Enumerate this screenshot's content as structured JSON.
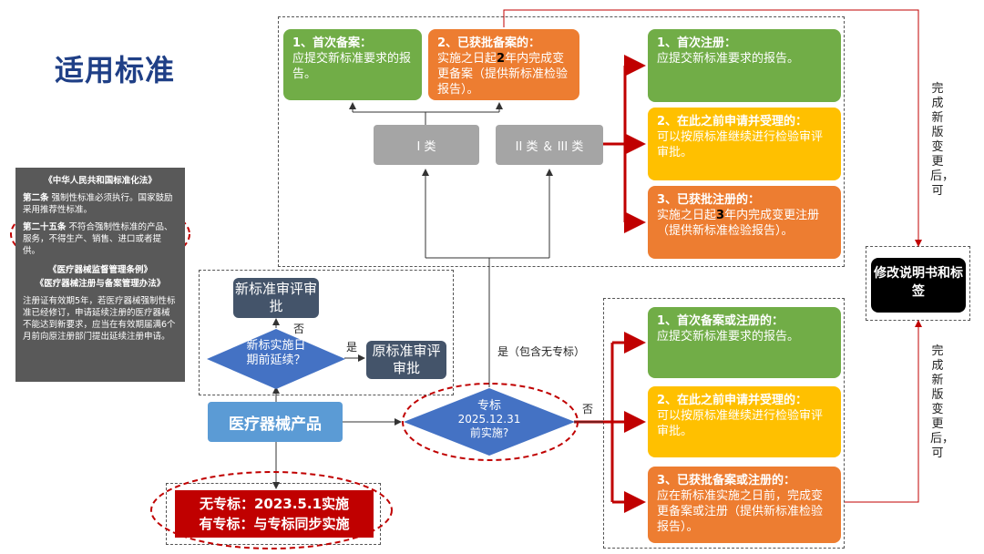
{
  "title": "适用标准",
  "law_panel": {
    "law1_title": "《中华人民共和国标准化法》",
    "law1_art2_head": "第二条",
    "law1_art2_text": "强制性标准必须执行。国家鼓励采用推荐性标准。",
    "law1_art25_head": "第二十五条",
    "law1_art25_text": "不符合强制性标准的产品、服务，不得生产、销售、进口或者提供。",
    "law2_title": "《医疗器械监督管理条例》",
    "law3_title": "《医疗器械注册与备案管理办法》",
    "law_renewal_text": "注册证有效期5年，若医疗器械强制性标准已经修订，申请延续注册的医疗器械不能达到新要求，应当在有效期届满6个月前向原注册部门提出延续注册申请。"
  },
  "left_flow": {
    "new_std_review": "新标准审评审批",
    "decision": "新标实施日期前延续？",
    "no_label": "否",
    "yes_label": "是",
    "old_std_review": "原标准审评审批",
    "product": "医疗器械产品",
    "timeline_line1": "无专标：2023.5.1实施",
    "timeline_line2": "有专标：与专标同步实施"
  },
  "center": {
    "decision_line1": "专标",
    "decision_line2": "2025.12.31",
    "decision_line3": "前实施?",
    "yes_label": "是（包含无专标）",
    "no_label": "否",
    "class1": "I 类",
    "class23": "II 类 ＆ III 类"
  },
  "class1_boxes": [
    {
      "head": "1、首次备案：",
      "body": "应提交新标准要求的报告。"
    },
    {
      "head": "2、已获批备案的：",
      "body_pre": "实施之日起",
      "num": "2",
      "body_post": "年内完成变更备案（提供新标准检验报告）。"
    }
  ],
  "class23_boxes": [
    {
      "head": "1、首次注册：",
      "body": "应提交新标准要求的报告。"
    },
    {
      "head": "2、在此之前申请并受理的：",
      "body": "可以按原标准继续进行检验审评审批。"
    },
    {
      "head": "3、已获批注册的：",
      "body_pre": "实施之日起",
      "num": "3",
      "body_post": "年内完成变更注册（提供新标准检验报告）。"
    }
  ],
  "no_boxes": [
    {
      "head": "1、首次备案或注册的：",
      "body": "应提交新标准要求的报告。"
    },
    {
      "head": "2、在此之前申请并受理的：",
      "body": "可以按原标准继续进行检验审评审批。"
    },
    {
      "head": "3、已获批备案或注册的：",
      "body": "应在新标准实施之日前，完成变更备案或注册（提供新标准检验报告）。"
    }
  ],
  "right": {
    "top_note": "完成新版变更后，可",
    "bottom_note": "完成新版变更后，可",
    "sign_box": "修改说明书和标签"
  },
  "colors": {
    "green": "#71ad47",
    "orange": "#ed7d31",
    "yellow": "#ffc000",
    "gray": "#a5a5a5",
    "navy": "#44546a",
    "blue": "#5b9bd5",
    "diamond": "#4472c4",
    "red": "#c00000",
    "title": "#1f3f86"
  }
}
